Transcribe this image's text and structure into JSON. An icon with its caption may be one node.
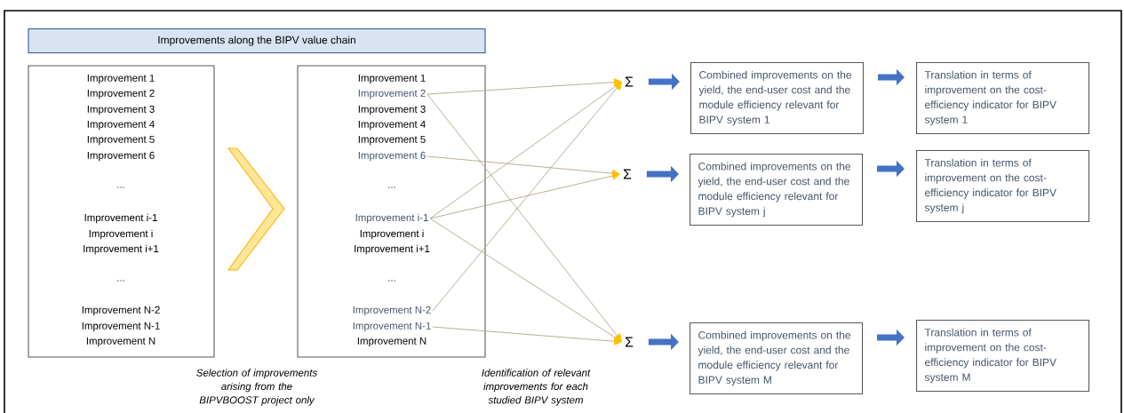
{
  "diagram": {
    "nodes": [
      {
        "text": [
          "Improvements along the BIPV value chain"
        ]
      },
      {
        "text": [
          "Improvement 1",
          "Improvement 2",
          "Improvement 3",
          "Improvement 4",
          "Improvement 5",
          "Improvement 6",
          "...",
          "Improvement i-1",
          "Improvement i",
          "Improvement i+1",
          "...",
          "Improvement N-2",
          "Improvement N-1",
          "Improvement N"
        ]
      },
      {
        "text": [],
        "shape": "box"
      },
      {
        "text": [
          "Improvement 1"
        ],
        "in": 2
      },
      {
        "text": [
          "Improvement 2"
        ],
        "in": 2
      },
      {
        "text": [
          "Improvement 3"
        ],
        "in": 2
      },
      {
        "text": [
          "Improvement 4"
        ],
        "in": 2
      },
      {
        "text": [
          "Improvement 5"
        ],
        "in": 2
      },
      {
        "text": [
          "Improvement 6"
        ],
        "in": 2
      },
      {
        "text": [
          "..."
        ],
        "in": 2
      },
      {
        "text": [
          "Improvement i-1"
        ],
        "in": 2
      },
      {
        "text": [
          "Improvement i"
        ],
        "in": 2
      },
      {
        "text": [
          "Improvement i+1"
        ],
        "in": 2
      },
      {
        "text": [
          "..."
        ],
        "in": 2
      },
      {
        "text": [
          "Improvement N-2"
        ],
        "in": 2
      },
      {
        "text": [
          "Improvement N-1"
        ],
        "in": 2
      },
      {
        "text": [
          "Improvement N"
        ],
        "in": 2
      },
      {
        "text": [
          "Σ"
        ]
      },
      {
        "text": [
          "Combined improvements on the yield, the end-user cost and the module efficiency relevant for BIPV system 1"
        ]
      },
      {
        "text": [
          "Translation in terms of improvement on the cost-efficiency indicator for BIPV system 1"
        ]
      },
      {
        "text": [
          "Σ"
        ]
      },
      {
        "text": [
          "Combined improvements on the yield, the end-user cost and the module efficiency relevant for BIPV system j"
        ]
      },
      {
        "text": [
          "Translation in terms of improvement on the cost-efficiency indicator for BIPV system j"
        ]
      },
      {
        "text": [
          "Σ"
        ]
      },
      {
        "text": [
          "Combined improvements on the yield, the end-user cost and the module efficiency relevant for BIPV system M"
        ]
      },
      {
        "text": [
          "Translation in terms of improvement on the cost-efficiency indicator for BIPV system M"
        ]
      }
    ],
    "edges": [
      {
        "from": 1,
        "to": 2,
        "arrow": "to",
        "style": "thick",
        "color": "#ffe699"
      },
      {
        "from": 4,
        "to": 17,
        "arrow": "to"
      },
      {
        "from": 4,
        "to": 23,
        "arrow": "to"
      },
      {
        "from": 8,
        "to": 20,
        "arrow": "to"
      },
      {
        "from": 10,
        "to": 17,
        "arrow": "to"
      },
      {
        "from": 10,
        "to": 20,
        "arrow": "to"
      },
      {
        "from": 10,
        "to": 23,
        "arrow": "to"
      },
      {
        "from": 14,
        "to": 17,
        "arrow": "to"
      },
      {
        "from": 15,
        "to": 23,
        "arrow": "to"
      },
      {
        "from": 17,
        "to": 18,
        "arrow": "to",
        "style": "thick",
        "color": "#4472c4"
      },
      {
        "from": 18,
        "to": 19,
        "arrow": "to",
        "style": "thick",
        "color": "#4472c4"
      },
      {
        "from": 20,
        "to": 21,
        "arrow": "to",
        "style": "thick",
        "color": "#4472c4"
      },
      {
        "from": 21,
        "to": 22,
        "arrow": "to",
        "style": "thick",
        "color": "#4472c4"
      },
      {
        "from": 23,
        "to": 24,
        "arrow": "to",
        "style": "thick",
        "color": "#4472c4"
      },
      {
        "from": 24,
        "to": 25,
        "arrow": "to",
        "style": "thick",
        "color": "#4472c4"
      }
    ],
    "labels": [
      "Selection of improvements arising from the BIPVBOOST project only",
      "Identification of relevant improvements for each studied BIPV system"
    ]
  }
}
